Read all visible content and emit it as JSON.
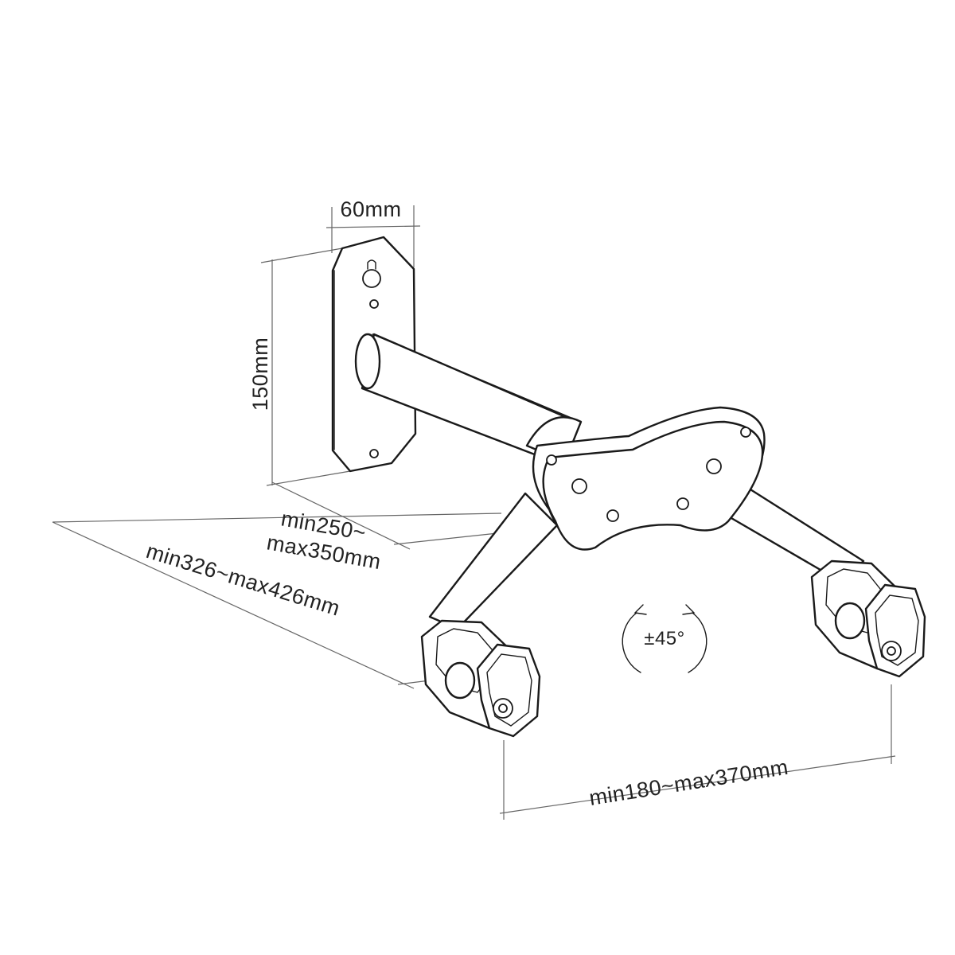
{
  "dimensions": {
    "plate_width": "60mm",
    "plate_height": "150mm",
    "arm_depth_line1": "min250~",
    "arm_depth_line2": "max350mm",
    "total_depth": "min326~max426mm",
    "clamp_span": "min180~max370mm",
    "rotation": "±45°"
  },
  "colors": {
    "line": "#1a1a1a",
    "dimension": "#666666",
    "background": "#ffffff"
  }
}
